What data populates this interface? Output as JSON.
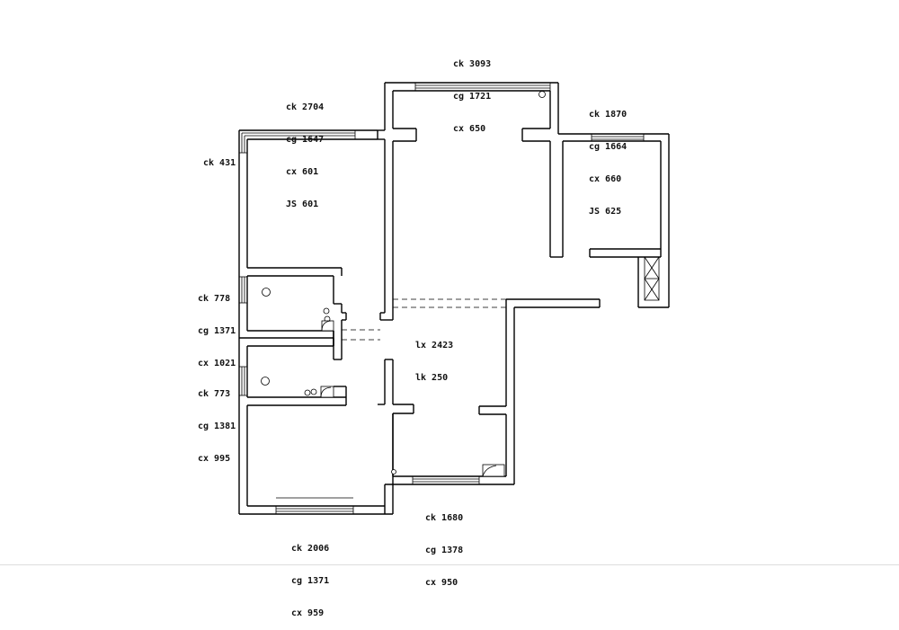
{
  "plan": {
    "wall_color": "#000000",
    "window_color": "#000000",
    "background": "#ffffff",
    "labels": {
      "top_center": [
        "ck 3093",
        "cg 1721",
        "cx 650"
      ],
      "top_left": [
        "ck 2704",
        "cg 1647",
        "cx 601",
        "JS 601"
      ],
      "left_top": [
        "ck 431"
      ],
      "top_right": [
        "ck 1870",
        "cg 1664",
        "cx 660",
        "JS 625"
      ],
      "left_middle_upper": [
        "ck 778",
        "cg 1371",
        "cx 1021"
      ],
      "center": [
        "lx 2423",
        "lk 250"
      ],
      "left_middle_lower": [
        "ck 773",
        "cg 1381",
        "cx 995"
      ],
      "bottom_center": [
        "ck 1680",
        "cg 1378",
        "cx 950"
      ],
      "bottom_left": [
        "ck 2006",
        "cg 1371",
        "cx 959"
      ]
    }
  }
}
